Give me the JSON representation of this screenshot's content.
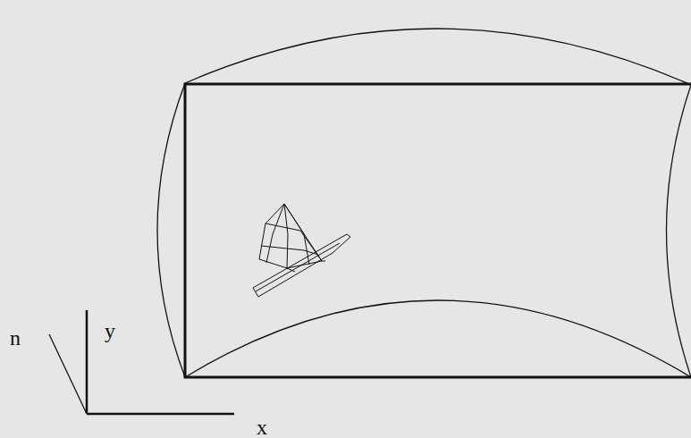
{
  "diagram": {
    "labels": [
      "n",
      "y",
      "x"
    ]
  }
}
